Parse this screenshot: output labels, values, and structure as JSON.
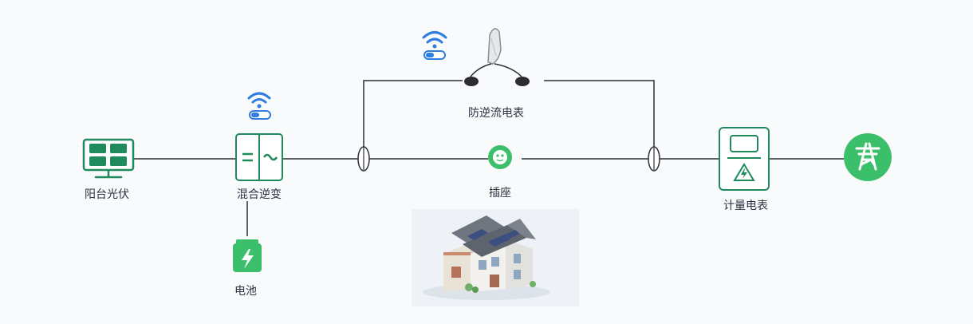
{
  "labels": {
    "solar": "阳台光伏",
    "inverter": "混合逆变",
    "battery": "电池",
    "meter_anti": "防逆流电表",
    "socket": "插座",
    "meter_main": "计量电表"
  },
  "icons": {
    "solar_panel": "solar-panel-icon",
    "inverter": "inverter-icon",
    "battery": "battery-icon",
    "wifi": "wifi-icon",
    "clamp_meter": "clamp-meter-icon",
    "current_clamp": "current-clamp-icon",
    "socket": "socket-icon",
    "meter": "meter-icon",
    "grid": "grid-tower-icon",
    "house": "house-illustration"
  },
  "colors": {
    "line": "#2b2f36",
    "accent_green": "#3cbf6b",
    "icon_green": "#1f8a5b",
    "wifi_blue": "#2f7de1",
    "text": "#2a3340"
  }
}
